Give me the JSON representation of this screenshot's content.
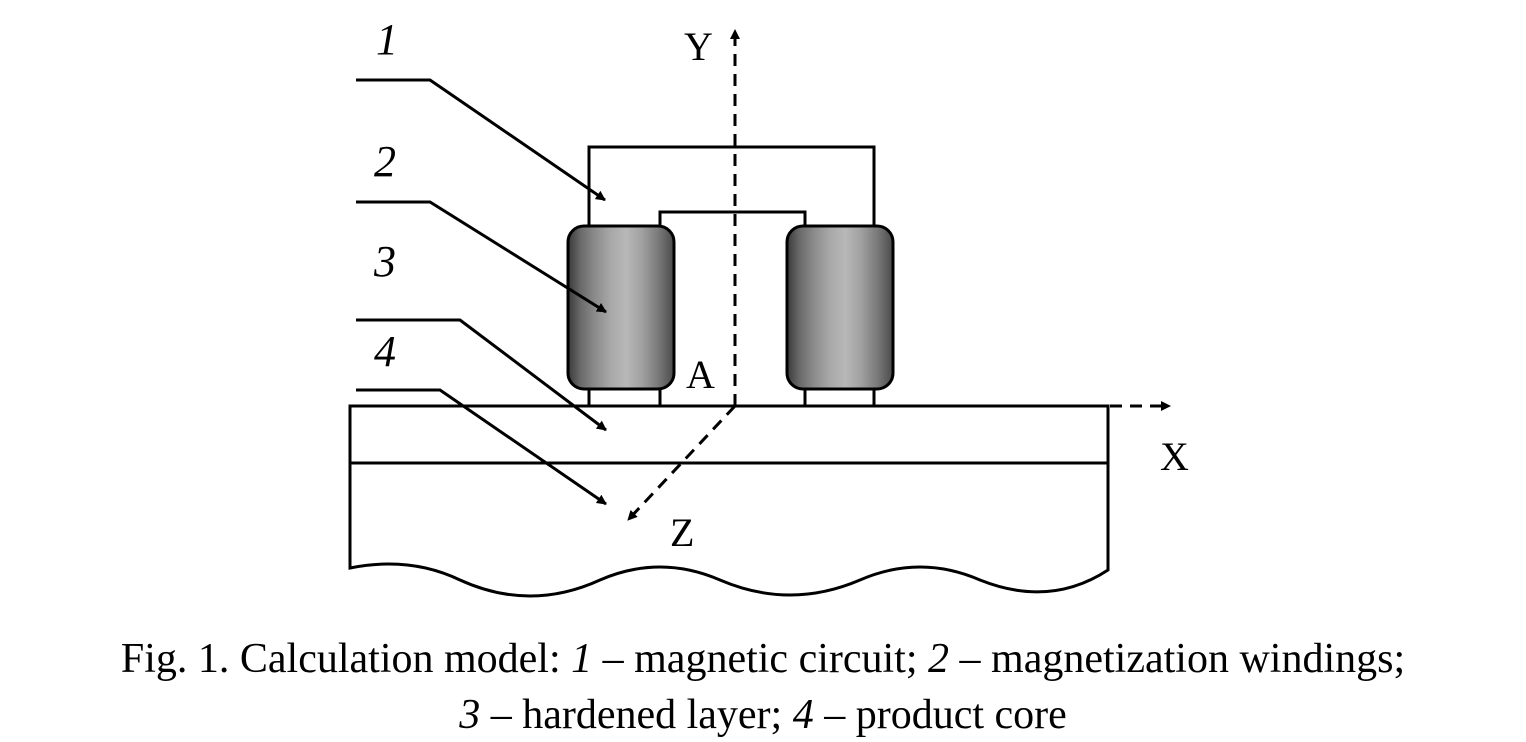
{
  "callouts": [
    {
      "number": "1",
      "name": "magnetic circuit"
    },
    {
      "number": "2",
      "name": "magnetization windings"
    },
    {
      "number": "3",
      "name": "hardened layer"
    },
    {
      "number": "4",
      "name": "product core"
    }
  ],
  "axes": {
    "x": "X",
    "y": "Y",
    "z": "Z"
  },
  "point_label": "A",
  "caption": {
    "prefix": "Fig. 1. Calculation model:",
    "dash": " – ",
    "sep": "; ",
    "end": ";"
  }
}
